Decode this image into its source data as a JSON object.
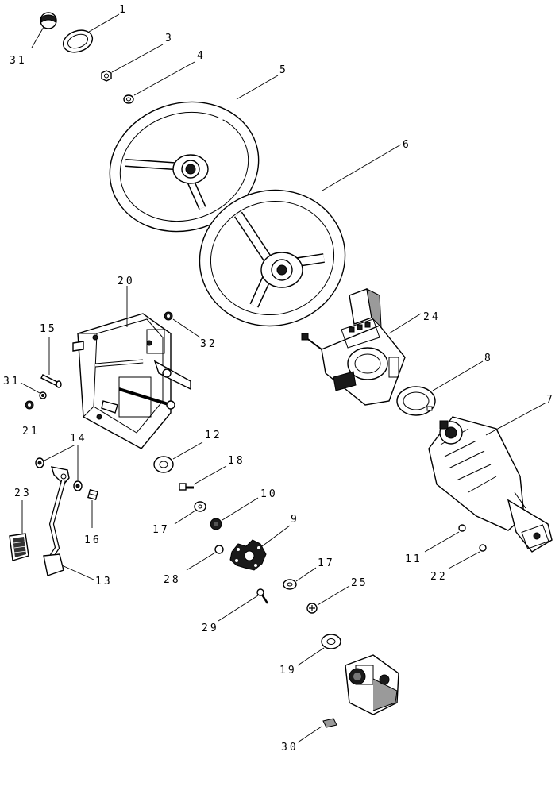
{
  "callouts": {
    "c1": "1",
    "c3": "3",
    "c4": "4",
    "c5": "5",
    "c6": "6",
    "c7": "7",
    "c8": "8",
    "c9": "9",
    "c10": "10",
    "c11": "11",
    "c12": "12",
    "c13": "13",
    "c14": "14",
    "c15": "15",
    "c16": "16",
    "c17a": "17",
    "c17b": "17",
    "c18": "18",
    "c19": "19",
    "c20": "20",
    "c21": "21",
    "c22": "22",
    "c23": "23",
    "c24": "24",
    "c25": "25",
    "c28": "28",
    "c29": "29",
    "c30": "30",
    "c31a": "31",
    "c31b": "31",
    "c32": "32"
  }
}
